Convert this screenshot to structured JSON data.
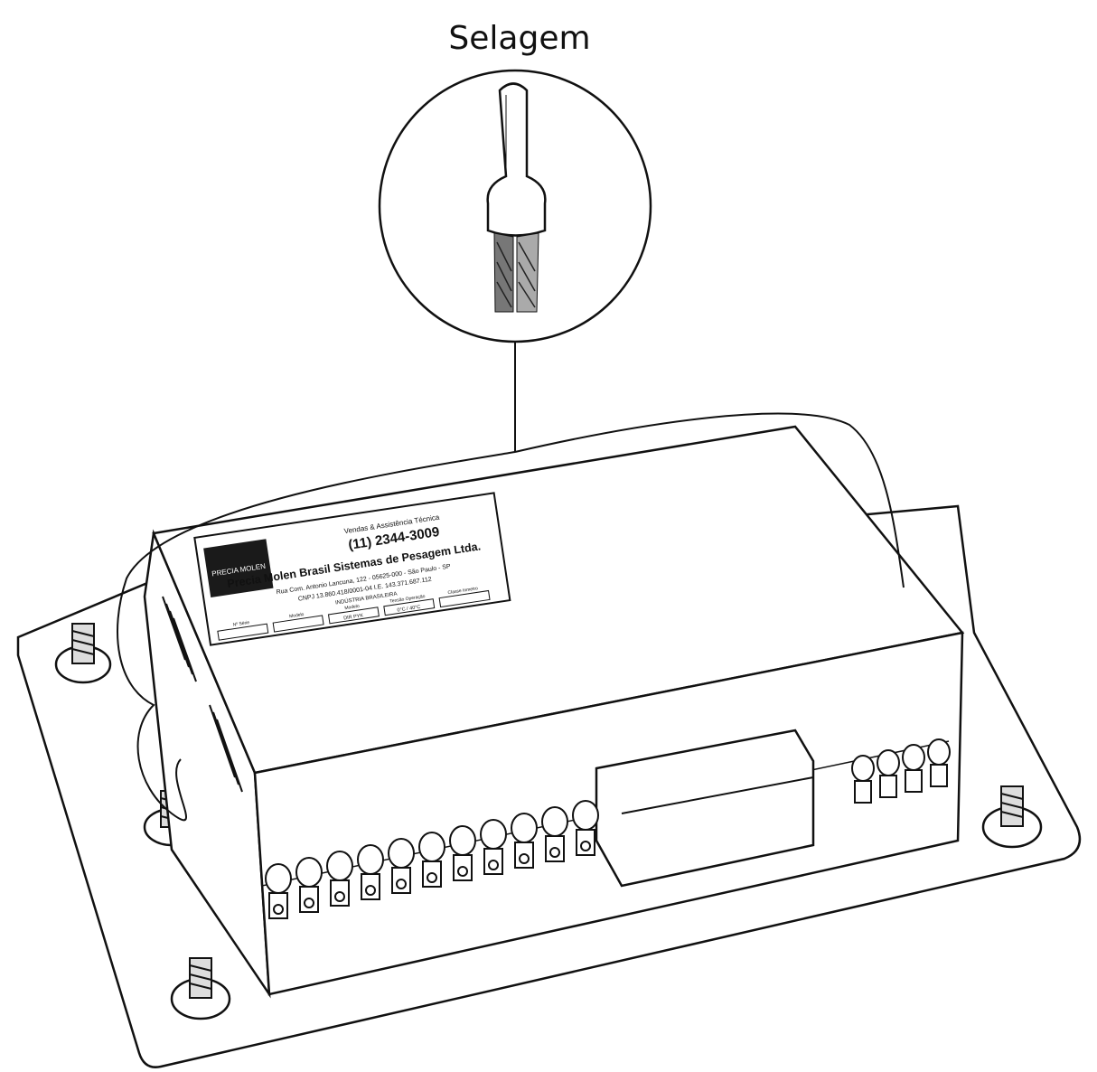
{
  "diagram": {
    "callout_label": "Selagem",
    "plate": {
      "company_name": "Precia Molen Brasil Sistemas de Pesagem Ltda.",
      "sales_line": "Vendas & Assistência Técnica",
      "phone": "(11) 2344-3009",
      "address": "Rua Com. Antonio Lancuna, 122 - 05625-000 - São Paulo - SP",
      "cnpj_ie": "CNPJ 13.860.418/0001-04     I.E. 143.371.687.112",
      "made_in": "INDÚSTRIA BRASILEIRA",
      "logo_text": "PRECIA MOLEN",
      "fields": [
        "Nº Série",
        "Modelo",
        "Modelo",
        "Tensão Operação",
        "Classe Inmetro"
      ],
      "values": [
        "",
        "",
        "DIR PYK",
        "0°C / 40°C",
        ""
      ]
    },
    "colors": {
      "line": "#111111",
      "fill": "#ffffff",
      "label_dark": "#1a1a1a"
    }
  }
}
